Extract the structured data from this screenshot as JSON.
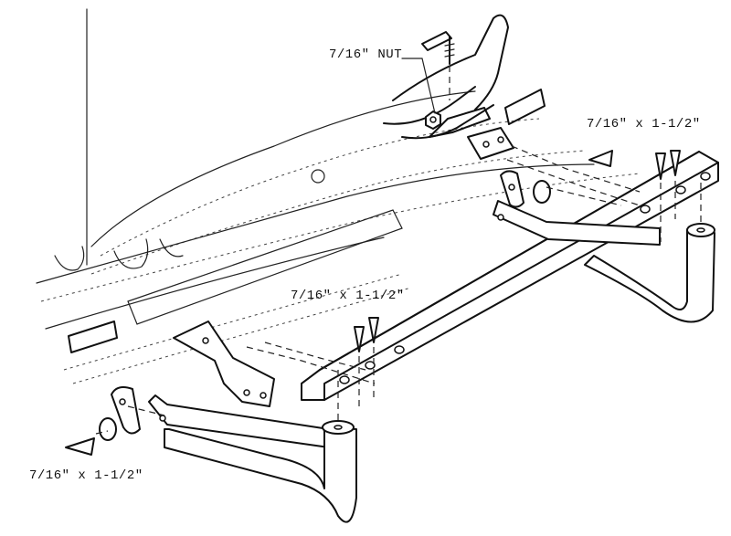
{
  "labels": {
    "nut": "7/16\" NUT",
    "bolt_right": "7/16\" x 1-1/2\"",
    "bolt_center": "7/16\" x 1-1/2\"",
    "bolt_left": "7/16\" x 1-1/2\""
  },
  "colors": {
    "ink": "#111111",
    "paper": "#ffffff"
  }
}
